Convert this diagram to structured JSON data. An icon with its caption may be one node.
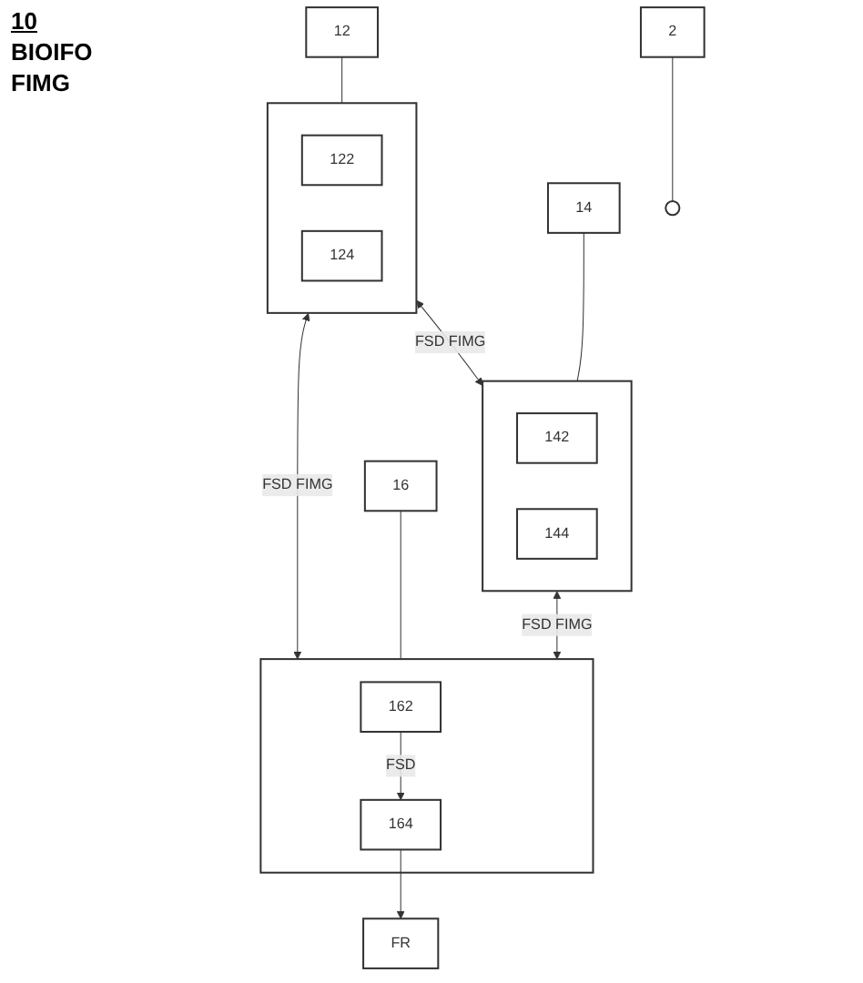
{
  "diagram": {
    "nodes": [
      {
        "text": [
          "12"
        ]
      },
      {
        "text": [],
        "shape": "box"
      },
      {
        "text": [
          "122"
        ],
        "in": 1
      },
      {
        "text": [
          "124"
        ],
        "in": 1
      },
      {
        "text": [
          "14"
        ]
      },
      {
        "text": [],
        "shape": "box"
      },
      {
        "text": [
          "142"
        ],
        "in": 5
      },
      {
        "text": [
          "144"
        ],
        "in": 5
      },
      {
        "text": [
          "2"
        ]
      },
      {
        "text": [],
        "shape": "person"
      },
      {
        "text": [
          "16"
        ]
      },
      {
        "text": [],
        "shape": "box"
      },
      {
        "text": [
          "162"
        ],
        "in": 11
      },
      {
        "text": [
          "164"
        ],
        "in": 11
      },
      {
        "text": [
          "FR"
        ]
      }
    ],
    "edges": [
      {
        "from": 0,
        "to": 1,
        "arrow": "none"
      },
      {
        "from": 4,
        "to": 5,
        "arrow": "none"
      },
      {
        "from": 8,
        "to": 9,
        "arrow": "none"
      },
      {
        "from": 10,
        "to": 11,
        "arrow": "none"
      },
      {
        "from": 1,
        "to": 5,
        "arrow": "both",
        "label": "FSD FIMG"
      },
      {
        "from": 1,
        "to": 11,
        "arrow": "both",
        "label": "FSD FIMG"
      },
      {
        "from": 5,
        "to": 11,
        "arrow": "both",
        "label": "FSD FIMG"
      },
      {
        "from": 12,
        "to": 13,
        "arrow": "to",
        "label": "FSD"
      },
      {
        "from": 13,
        "to": 14,
        "arrow": "to"
      }
    ],
    "labels": [
      "10",
      "BIOIFO",
      "FIMG"
    ]
  }
}
